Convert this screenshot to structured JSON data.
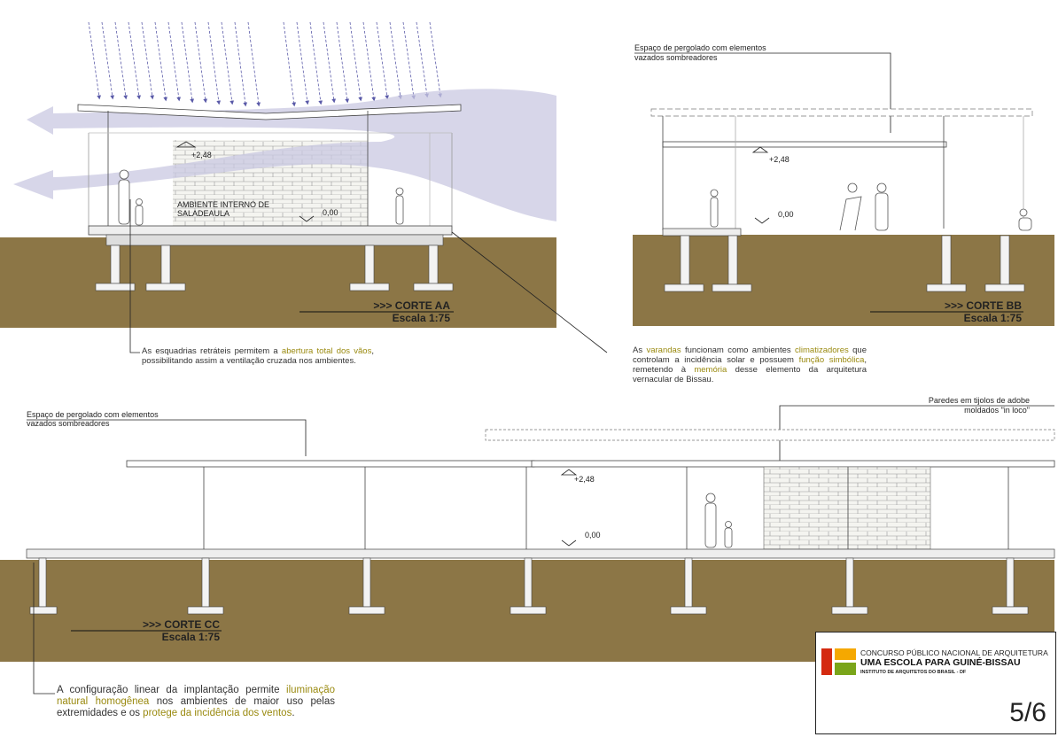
{
  "sections": {
    "aa": {
      "title": ">>> CORTE AA",
      "scale": "Escala 1:75",
      "level_top": "+2,48",
      "level_floor": "0,00",
      "room_label_1": "AMBIENTE INTERNO DE",
      "room_label_2": "SALADEAULA"
    },
    "bb": {
      "title": ">>> CORTE BB",
      "scale": "Escala 1:75",
      "level_top": "+2,48",
      "level_floor": "0,00",
      "note_1": "Espaço de pergolado com elementos",
      "note_2": "vazados sombreadores"
    },
    "cc": {
      "title": ">>> CORTE CC",
      "scale": "Escala 1:75",
      "level_top": "+2,48",
      "level_floor": "0,00",
      "note_1": "Espaço de pergolado com elementos",
      "note_2": "vazados sombreadores",
      "wall_note_1": "Paredes em tijolos de adobe",
      "wall_note_2": "moldados \"in loco\""
    }
  },
  "notes": {
    "esquadrias": {
      "a": "As esquadrias retráteis permitem a ",
      "b": "abertura total dos vãos",
      "c": ", possibilitando assim a ventilação cruzada nos ambientes."
    },
    "varandas": {
      "a": "As ",
      "b": "varandas",
      "c": " funcionam como ambientes ",
      "d": "climatizadores",
      "e": " que controlam a incidência solar e possuem ",
      "f": "função simbólica",
      "g": ", remetendo à ",
      "h": "memória",
      "i": " desse elemento da arquitetura vernacular de Bissau."
    },
    "linear": {
      "a": "A configuração linear da implantação permite ",
      "b": "iluminação natural homogênea",
      "c": " nos ambientes de maior uso pelas extremidades e os ",
      "d": "protege da incidência dos ventos",
      "e": "."
    }
  },
  "titleblock": {
    "line1": "CONCURSO PÚBLICO NACIONAL DE ARQUITETURA",
    "line2": "UMA ESCOLA PARA GUINÉ-BISSAU",
    "line3": "INSTITUTO DE ARQUITETOS DO BRASIL - DF",
    "page": "5/6",
    "colors": {
      "red": "#d42a10",
      "orange": "#f5a800",
      "green": "#7aa51a"
    }
  },
  "colors": {
    "ground": "#8c7646",
    "wind": "#c9c8e2",
    "sun": "#5a5aa8"
  }
}
